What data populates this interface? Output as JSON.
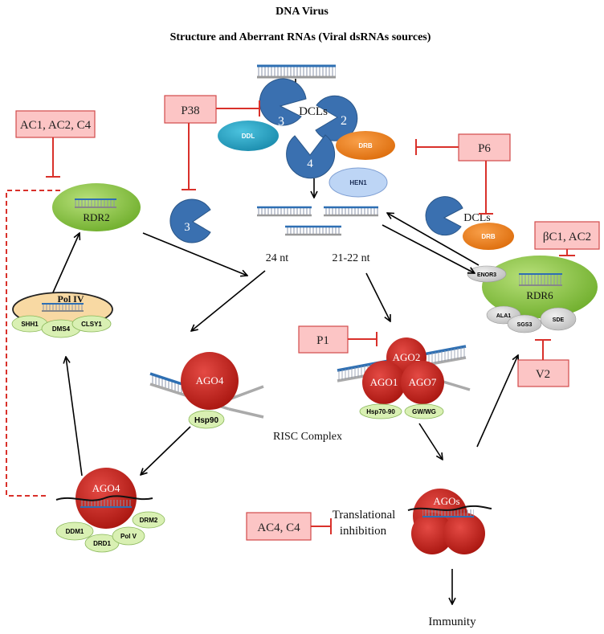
{
  "header": {
    "title": "DNA Virus",
    "subtitle": "Structure and Aberrant RNAs (Viral dsRNAs sources)"
  },
  "inhibitors": {
    "ac1_ac2_c4": "AC1, AC2, C4",
    "p38": "P38",
    "p6": "P6",
    "bc1_ac2": "βC1, AC2",
    "p1": "P1",
    "v2": "V2",
    "ac4_c4": "AC4, C4"
  },
  "labels": {
    "dcls_top": "DCLs",
    "dcl3": "3",
    "dcl2": "2",
    "dcl4": "4",
    "dcl3_free": "3",
    "dcls_side": "DCLs",
    "ddl": "DDL",
    "drb": "DRB",
    "drb_side": "DRB",
    "hen1": "HEN1",
    "rdr2": "RDR2",
    "rdr6": "RDR6",
    "enor3": "ENOR3",
    "ala1": "ALA1",
    "sgs3": "SGS3",
    "sde": "SDE",
    "nt24": "24 nt",
    "nt2122": "21-22 nt",
    "pol_iv": "Pol IV",
    "shh1": "SHH1",
    "dms4": "DMS4",
    "clsy1": "CLSY1",
    "ago4_mid": "AGO4",
    "hsp90": "Hsp90",
    "ago2": "AGO2",
    "ago1": "AGO1",
    "ago7": "AGO7",
    "hsp70_90": "Hsp70-90",
    "gw_wg": "GW/WG",
    "risc": "RISC Complex",
    "ago4_bottom": "AGO4",
    "ddm1": "DDM1",
    "drd1": "DRD1",
    "pol_v": "Pol V",
    "drm2": "DRM2",
    "agos": "AGOs",
    "translational": "Translational",
    "inhibition": "inhibition",
    "immunity": "Immunity"
  },
  "colors": {
    "inhibitor_fill": "#fcc5c5",
    "inhibitor_stroke": "#d24a4a",
    "inhibit_line": "#d9312b",
    "dcl_blue": "#3a70b0",
    "rdr_green": "#8dc43e",
    "ago_red": "#c8201f",
    "drb_orange": "#f07f1a",
    "ddl_teal": "#27a5c6",
    "hen1_blue": "#bdd5f5",
    "cofactor_green": "#d9f0b3",
    "cofactor_gray": "#d9d9d9",
    "rna_blue": "#2e6fb3"
  }
}
